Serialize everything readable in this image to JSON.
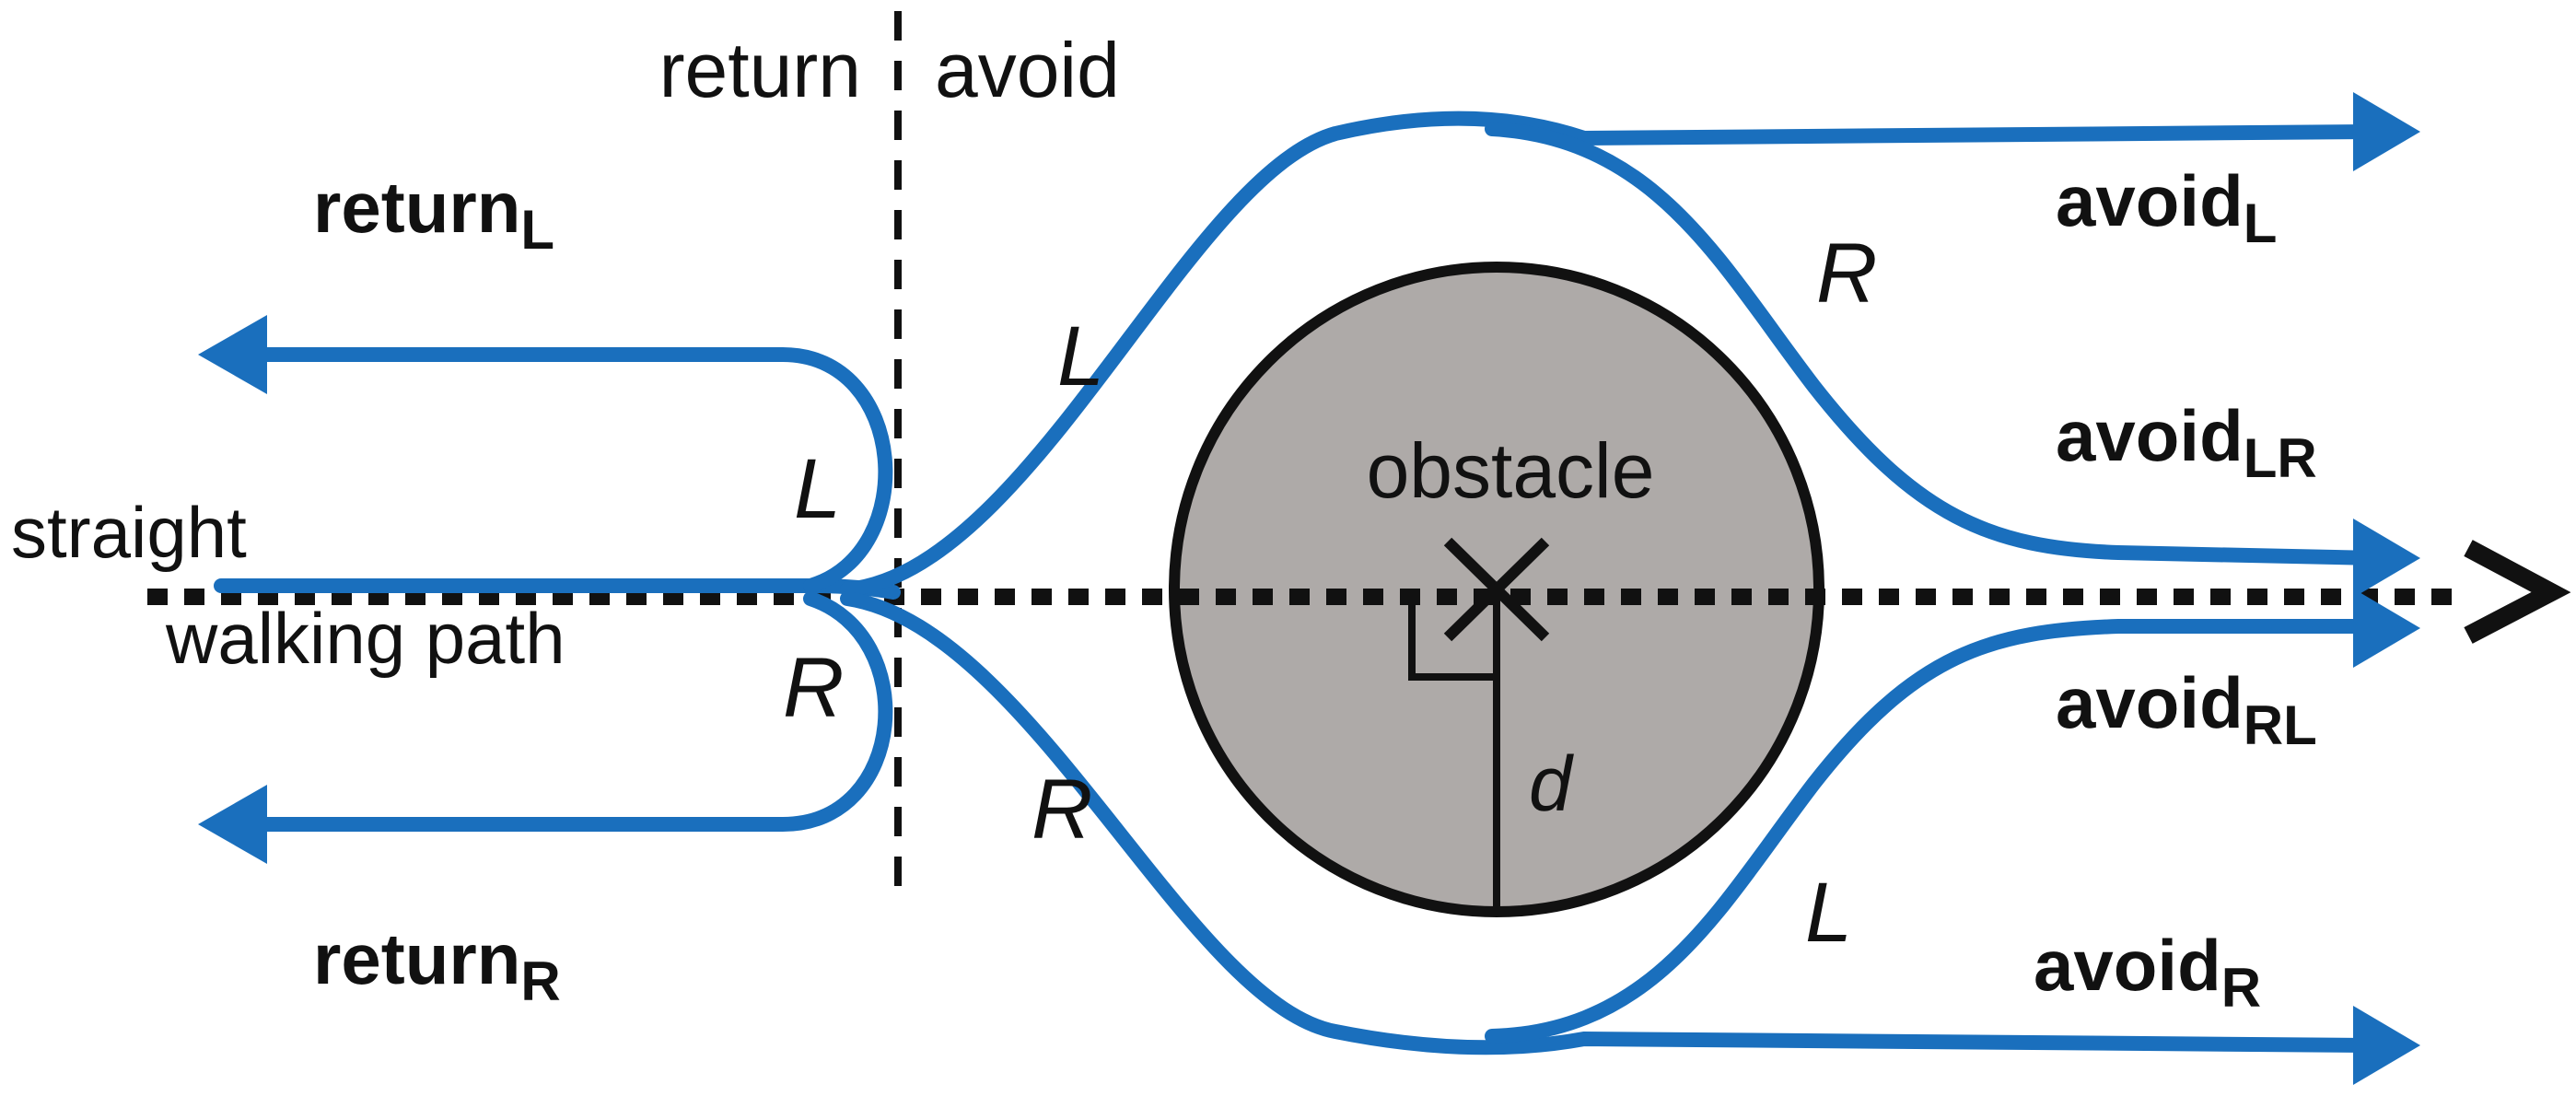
{
  "labels": {
    "region_return": "return",
    "region_avoid": "avoid",
    "obstacle": "obstacle",
    "straight": "straight",
    "walking_path": "walking path",
    "distance": "d",
    "turn_left": "L",
    "turn_right": "R"
  },
  "strategies": {
    "return_left": {
      "base": "return",
      "sub": "L"
    },
    "return_right": {
      "base": "return",
      "sub": "R"
    },
    "avoid_left": {
      "base": "avoid",
      "sub": "L"
    },
    "avoid_lr": {
      "base": "avoid",
      "sub": "LR"
    },
    "avoid_rl": {
      "base": "avoid",
      "sub": "RL"
    },
    "avoid_right": {
      "base": "avoid",
      "sub": "R"
    }
  },
  "colors": {
    "path_blue": "#1a6fbd",
    "obstacle_fill": "#aeaaa8",
    "ink": "#111111"
  }
}
